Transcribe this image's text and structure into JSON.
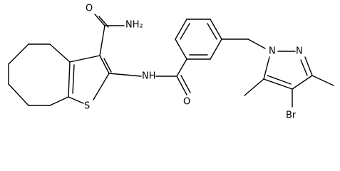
{
  "labels": {
    "amide_nh2": "NH₂",
    "amide_o": "O",
    "thiophene_s": "S",
    "amide_nh": "NH",
    "benzamide_o": "O",
    "pyrazole_n1": "N",
    "pyrazole_n2": "N",
    "bromo": "Br"
  },
  "colors": {
    "bond": "#000000",
    "text": "#000000",
    "background": "#ffffff"
  }
}
